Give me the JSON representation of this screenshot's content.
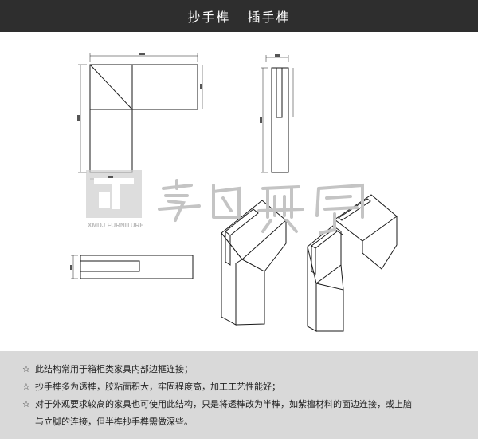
{
  "header": {
    "title": "抄手榫   插手榫"
  },
  "watermark": {
    "brand_text": "XMDJ FURNITURE"
  },
  "notes": [
    {
      "bullet": "☆",
      "text": "此结构常用于箱柜类家具内部边框连接；"
    },
    {
      "bullet": "☆",
      "text": "抄手榫多为透榫，胶粘面积大，牢固程度高，加工工艺性能好；"
    },
    {
      "bullet": "☆",
      "text": "对于外观要求较高的家具也可使用此结构，只是将透榫改为半榫，如紫檀材料的面边连接，或上脑"
    },
    {
      "bullet": "",
      "text": "与立脚的连接，但半榫抄手榫需做深些。"
    }
  ],
  "colors": {
    "header_bg": "#2e2e2e",
    "notes_bg": "#d9d9d9",
    "line": "#1a1a1a",
    "watermark": "#c4c4c4"
  }
}
